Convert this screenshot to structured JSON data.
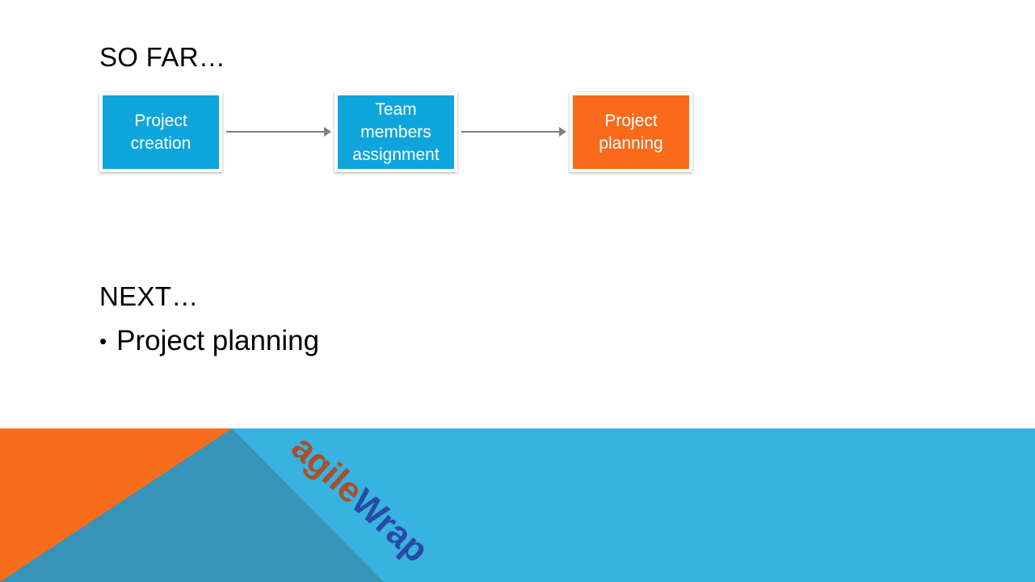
{
  "so_far": {
    "title": "SO FAR…",
    "steps": [
      {
        "label": "Project creation",
        "color": "#0ea5dc"
      },
      {
        "label": "Team members assignment",
        "color": "#0ea5dc"
      },
      {
        "label": "Project planning",
        "color": "#f96a1b"
      }
    ]
  },
  "next": {
    "title": "NEXT…",
    "items": [
      "Project planning"
    ]
  },
  "footer": {
    "logo_text": "agileWrap",
    "colors": {
      "band": "#38b2e0",
      "shadow": "#3794b8",
      "accent": "#f86d1c"
    }
  }
}
